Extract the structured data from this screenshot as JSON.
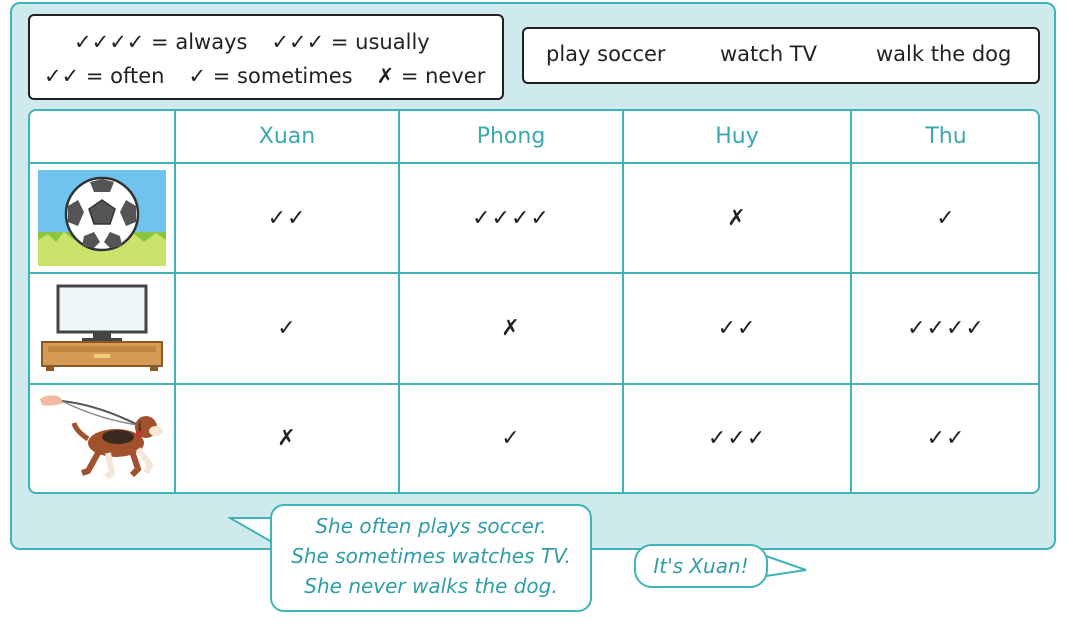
{
  "legend": {
    "always": "✓✓✓✓ = always",
    "usually": "✓✓✓ = usually",
    "often": "✓✓ = often",
    "sometimes": "✓ = sometimes",
    "never": "✗ = never"
  },
  "activities": [
    "play soccer",
    "watch TV",
    "walk the dog"
  ],
  "table": {
    "names": [
      "Xuan",
      "Phong",
      "Huy",
      "Thu"
    ],
    "rows": [
      {
        "icon": "soccer-ball-icon",
        "marks": [
          "✓✓",
          "✓✓✓✓",
          "✗",
          "✓"
        ]
      },
      {
        "icon": "television-icon",
        "marks": [
          "✓",
          "✗",
          "✓✓",
          "✓✓✓✓"
        ]
      },
      {
        "icon": "dog-walking-icon",
        "marks": [
          "✗",
          "✓",
          "✓✓✓",
          "✓✓"
        ]
      }
    ]
  },
  "speech": {
    "line1": "She often plays soccer.",
    "line2": "She sometimes watches TV.",
    "line3": "She never walks the dog.",
    "answer": "It's Xuan!"
  },
  "colors": {
    "teal": "#3fb3b9",
    "panel": "#cfeaec",
    "name_text": "#3aa8b0"
  }
}
